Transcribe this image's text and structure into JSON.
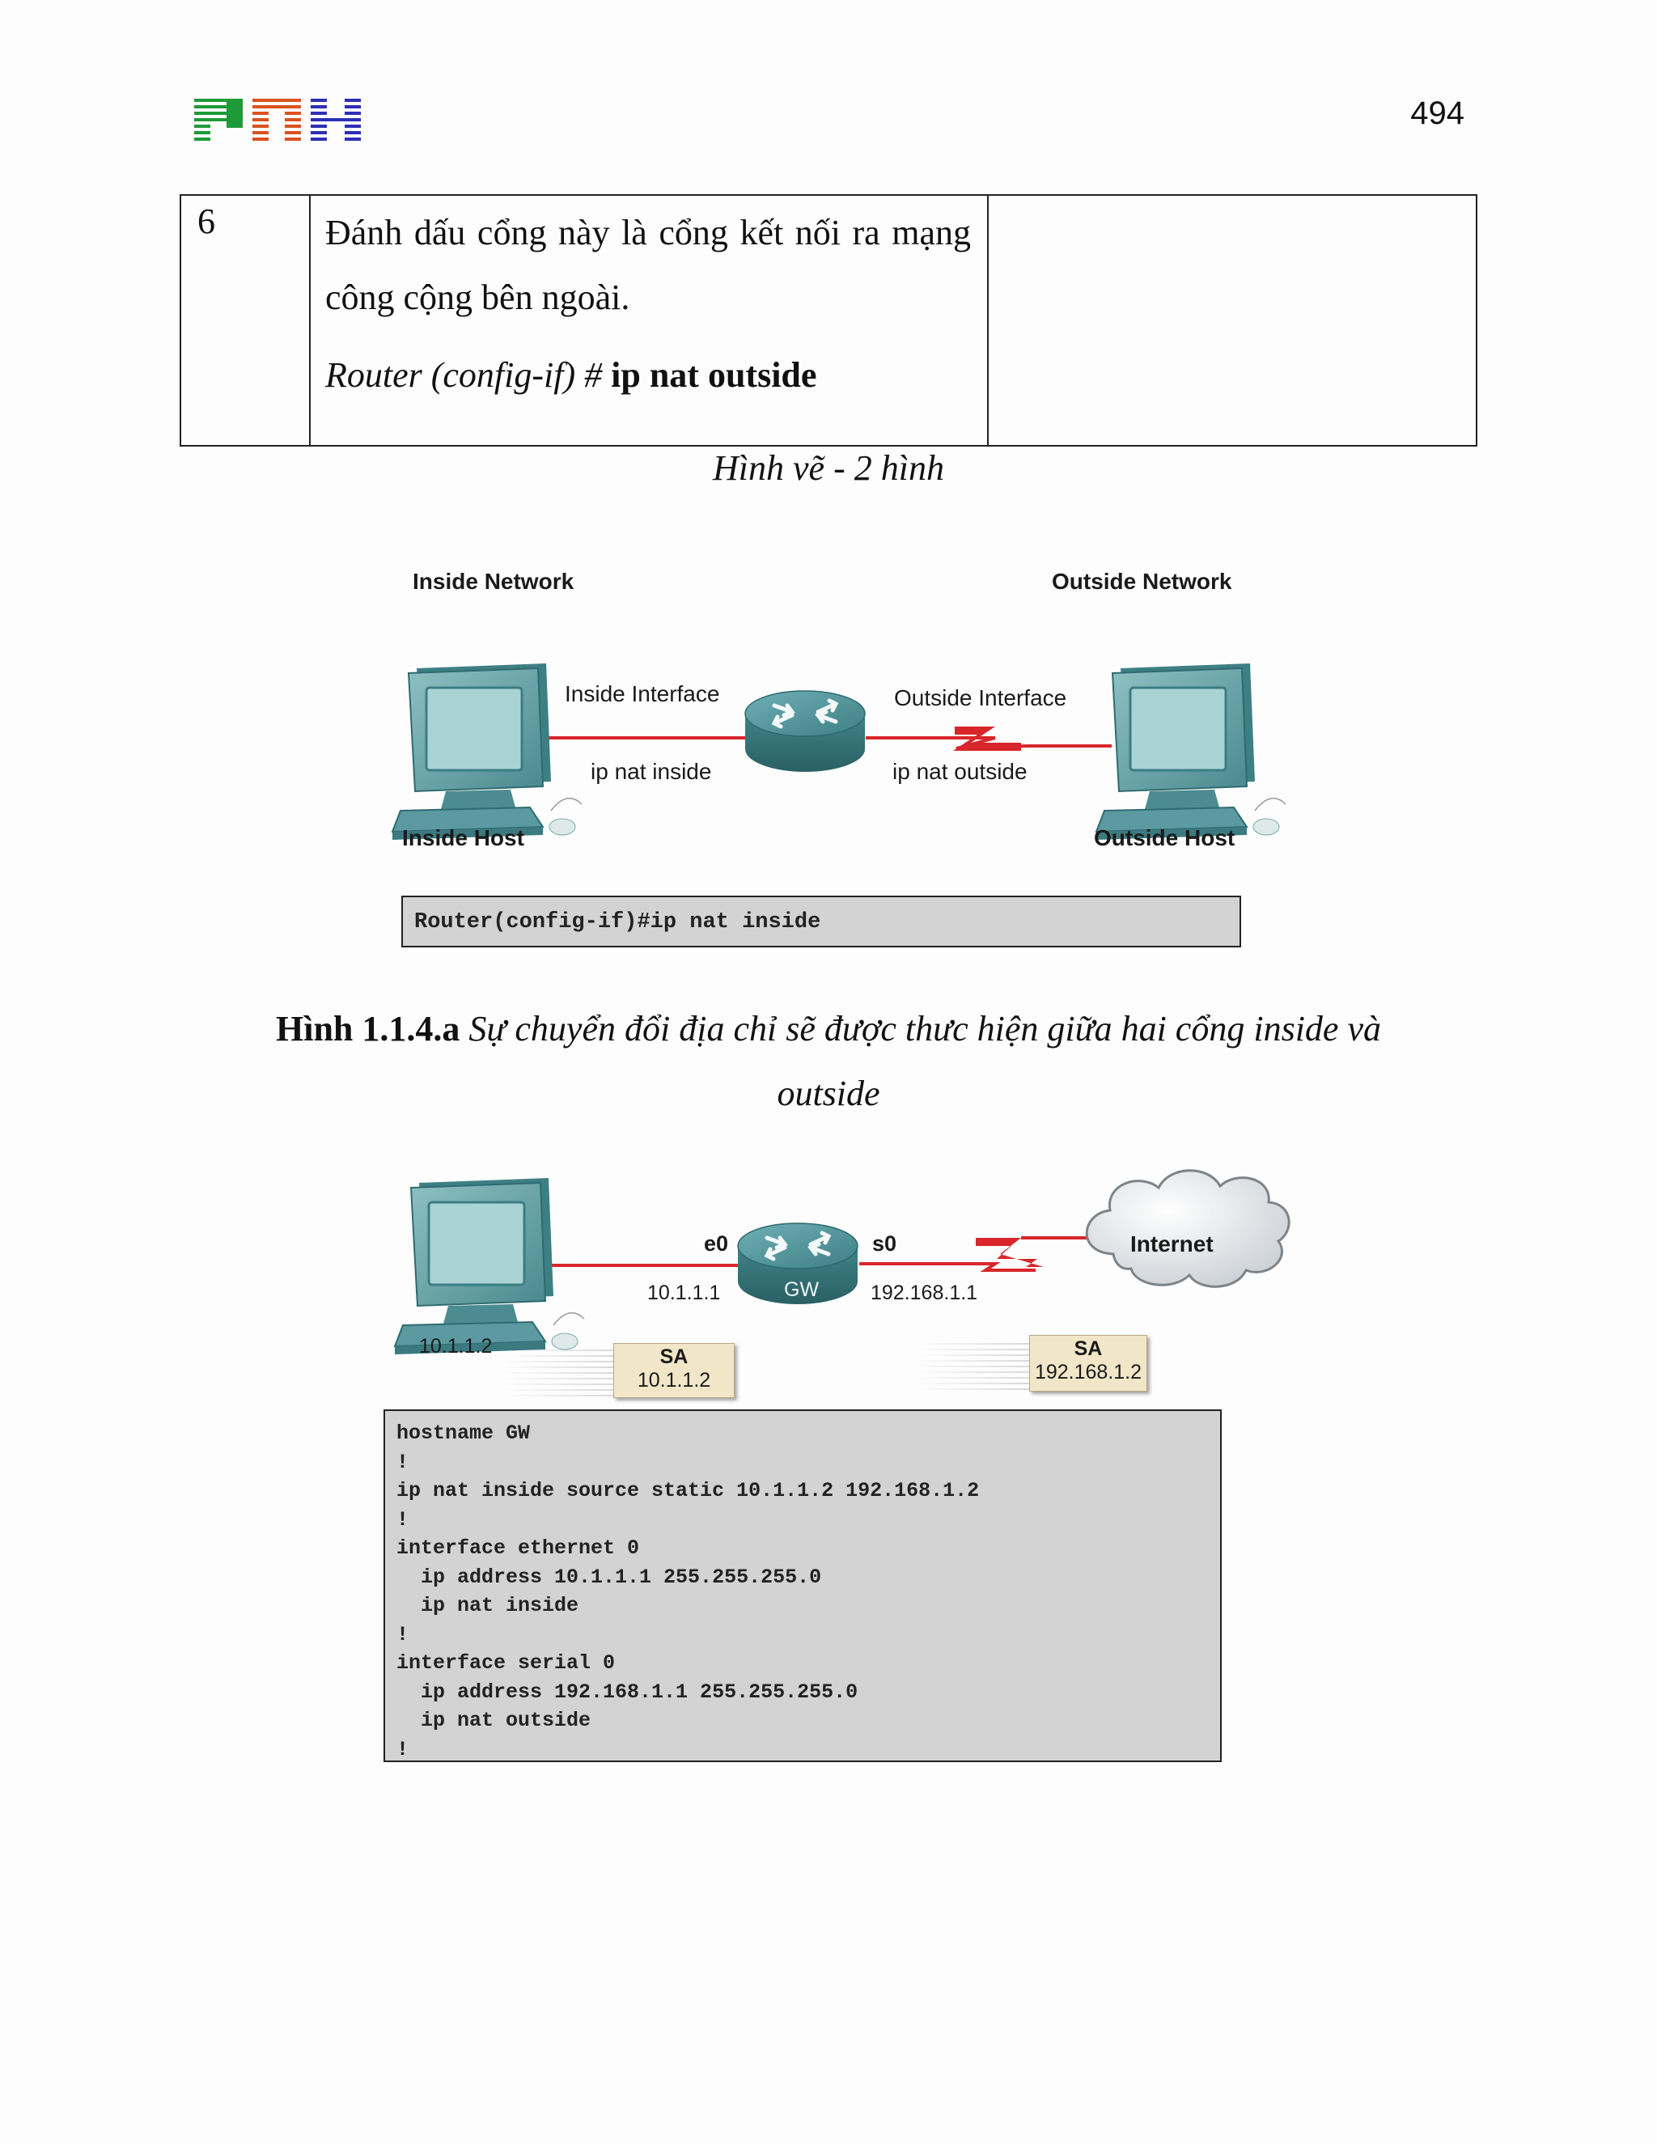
{
  "header": {
    "logo_text": "PNH",
    "page_number": "494"
  },
  "table": {
    "row_number": "6",
    "description": "Đánh dấu cổng này là cổng kết nối ra mạng công cộng bên ngoài.",
    "command_prefix": "Router (config-if) #",
    "command_bold": "ip nat outside",
    "third_cell": ""
  },
  "caption_top": "Hình vẽ - 2 hình",
  "figure_a": {
    "inside_network": "Inside Network",
    "outside_network": "Outside Network",
    "inside_interface": "Inside Interface",
    "outside_interface": "Outside Interface",
    "ip_nat_inside": "ip nat inside",
    "ip_nat_outside": "ip nat outside",
    "inside_host": "Inside Host",
    "outside_host": "Outside Host",
    "command": "Router(config-if)#ip nat inside"
  },
  "caption_a": {
    "label": "Hình 1.1.4.a",
    "text": "Sự chuyển đổi địa chỉ sẽ được thưc hiện giữa hai cổng inside và outside"
  },
  "figure_b": {
    "e0": "e0",
    "s0": "s0",
    "router_name": "GW",
    "router_inside_ip": "10.1.1.1",
    "router_outside_ip": "192.168.1.1",
    "host_ip": "10.1.1.2",
    "internet": "Internet",
    "sa_label": "SA",
    "sa_inside": "10.1.1.2",
    "sa_outside": "192.168.1.2",
    "config_lines": [
      "hostname GW",
      "!",
      "ip nat inside source static 10.1.1.2 192.168.1.2",
      "!",
      "interface ethernet 0",
      "  ip address 10.1.1.1 255.255.255.0",
      "  ip nat inside",
      "!",
      "interface serial 0",
      "  ip address 192.168.1.1 255.255.255.0",
      "  ip nat outside",
      "!"
    ]
  },
  "colors": {
    "link": "#d8262b",
    "router": "#3d8a90",
    "monitor": "#5e9ea2",
    "logo_green": "#1f9a38",
    "logo_orange": "#d9531e",
    "logo_blue": "#2d2fb5"
  }
}
